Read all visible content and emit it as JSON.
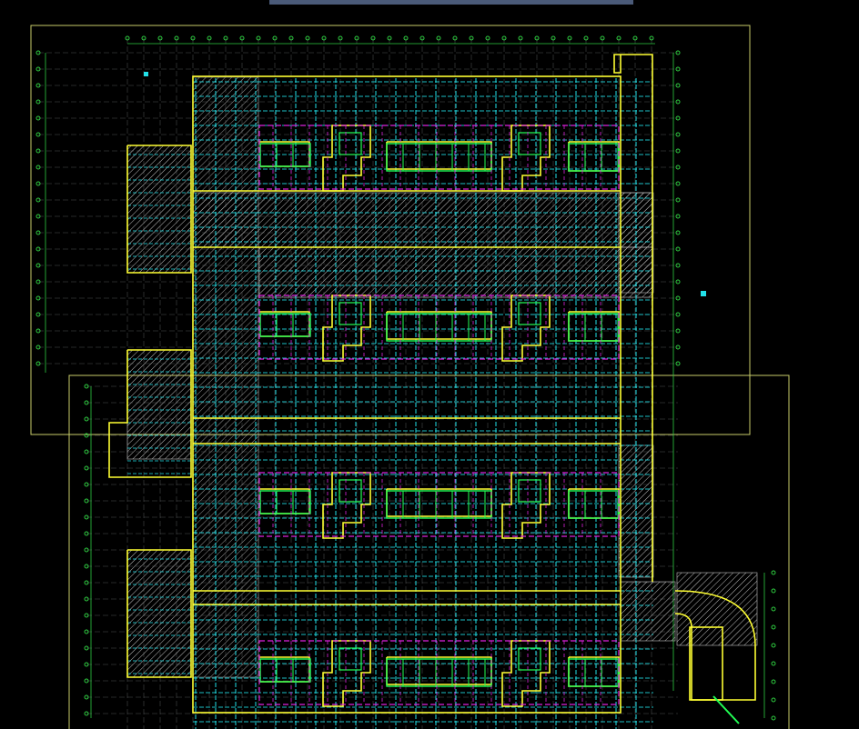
{
  "canvas": {
    "background": "#000000"
  },
  "palette": {
    "frame": "#c8cc6a",
    "grid_green": "#2ecc40",
    "axis_grey": "#9aa0a6",
    "wall_yellow": "#ffff33",
    "cyan": "#22e0e8",
    "magenta": "#dd22dd",
    "green_room": "#22ff55",
    "hatch": "#bfbfbf",
    "scroll_tab": "#4a5a78"
  },
  "layers": [
    "axis-grid",
    "hatch-walls",
    "structure-cyan",
    "walls-yellow",
    "rooms-green",
    "ducts-magenta"
  ],
  "icons": {
    "axis_bubble": "small-circle-icon",
    "column_marker": "square-icon"
  }
}
